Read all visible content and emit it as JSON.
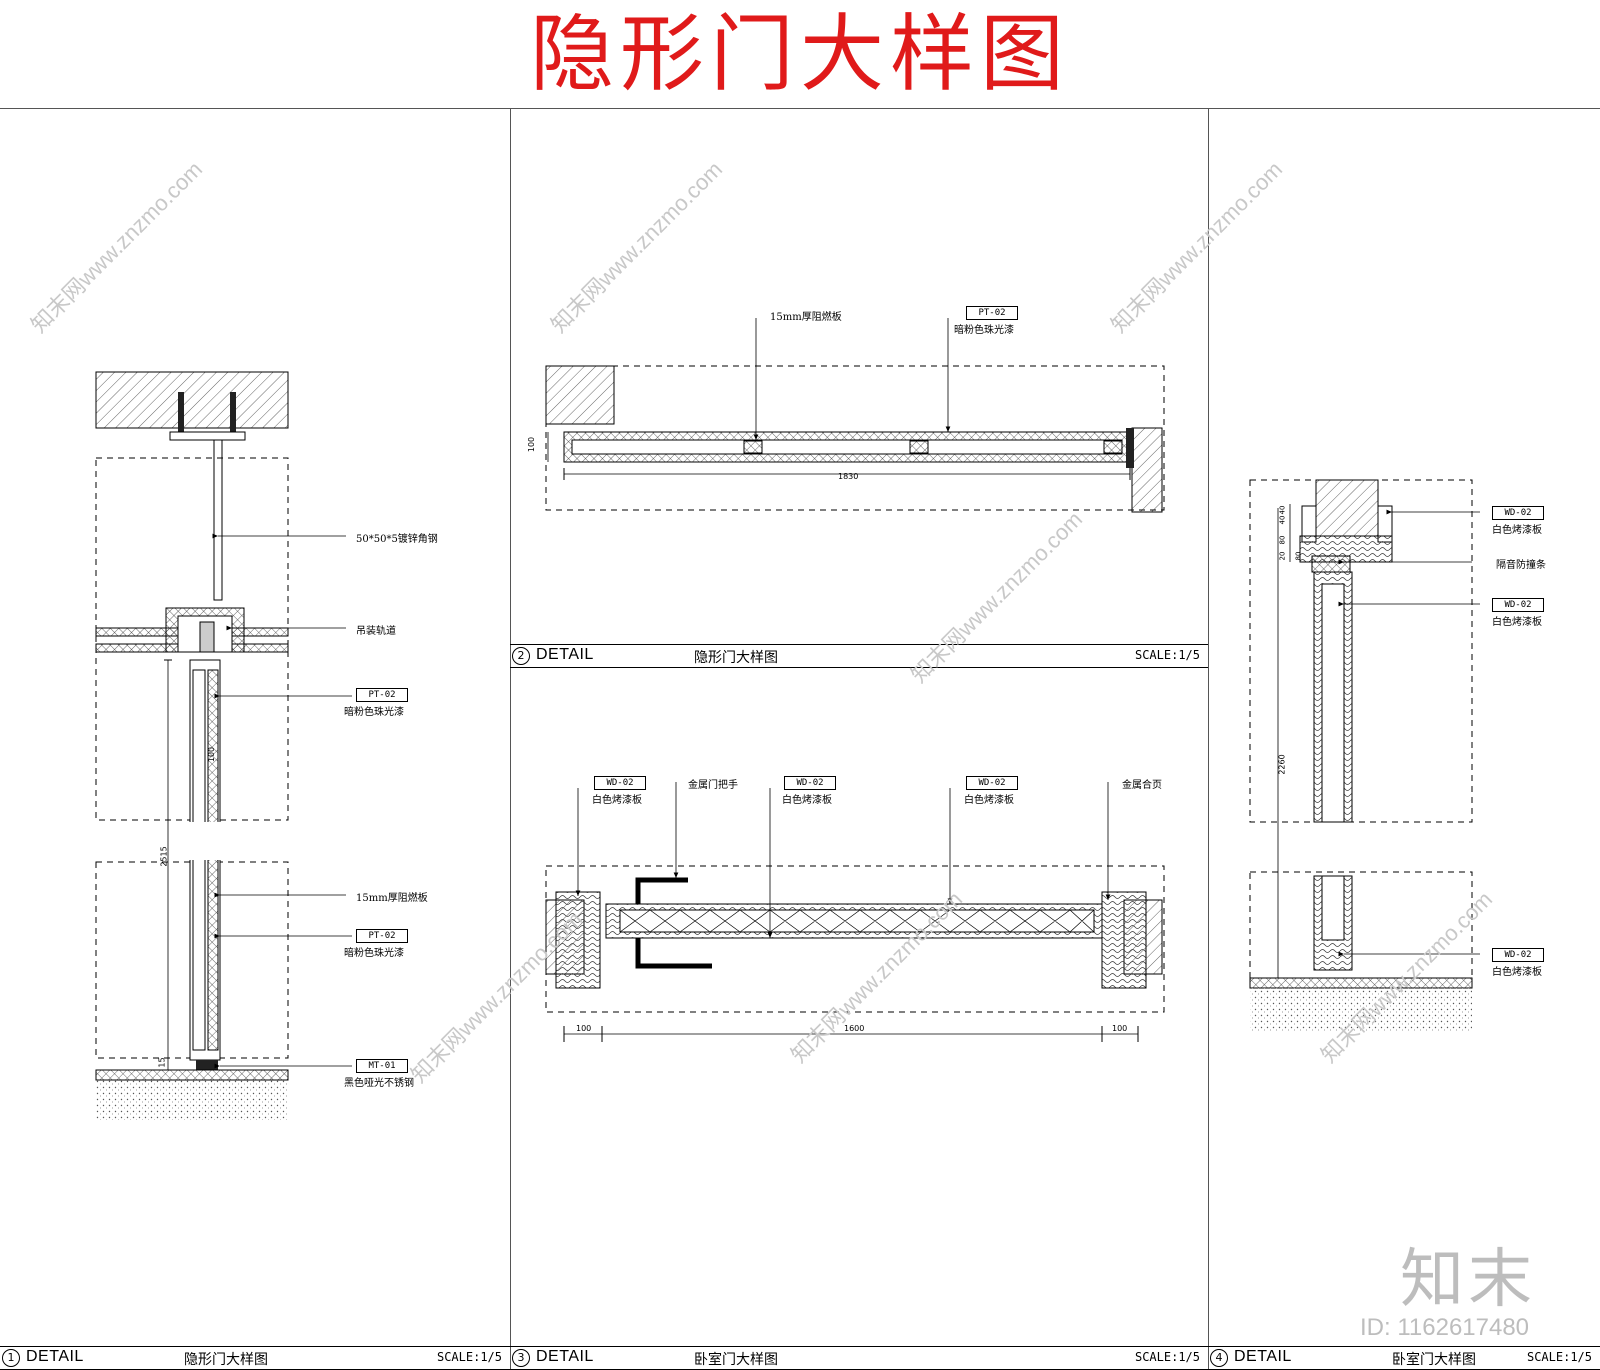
{
  "title": "隐形门大样图",
  "colors": {
    "title": "#e01a1a",
    "line": "#000000",
    "watermark": "#c8c8c8",
    "hatch": "#888888"
  },
  "panels": [
    {
      "num": "1",
      "detail": "DETAIL",
      "name": "隐形门大样图",
      "scale": "SCALE:1/5"
    },
    {
      "num": "2",
      "detail": "DETAIL",
      "name": "隐形门大样图",
      "scale": "SCALE:1/5"
    },
    {
      "num": "3",
      "detail": "DETAIL",
      "name": "卧室门大样图",
      "scale": "SCALE:1/5"
    },
    {
      "num": "4",
      "detail": "DETAIL",
      "name": "卧室门大样图",
      "scale": "SCALE:1/5"
    }
  ],
  "d1": {
    "steel": "50*50*5镀锌角钢",
    "track": "吊装轨道",
    "pt1_tag": "PT-02",
    "pt1_txt": "暗粉色珠光漆",
    "board": "15mm厚阻燃板",
    "pt2_tag": "PT-02",
    "pt2_txt": "暗粉色珠光漆",
    "mt_tag": "MT-01",
    "mt_txt": "黑色哑光不锈钢",
    "dim_total": "2515",
    "dim_mid": "100",
    "dim_bottom": "15"
  },
  "d2": {
    "board": "15mm厚阻燃板",
    "pt_tag": "PT-02",
    "pt_txt": "暗粉色珠光漆",
    "dim_h": "100",
    "dim_w": "1830"
  },
  "d3": {
    "wd1_tag": "WD-02",
    "wd1_txt": "白色烤漆板",
    "handle": "金属门把手",
    "wd2_tag": "WD-02",
    "wd2_txt": "白色烤漆板",
    "wd3_tag": "WD-02",
    "wd3_txt": "白色烤漆板",
    "hinge": "金属合页",
    "dim_l": "100",
    "dim_c": "1600",
    "dim_r": "100"
  },
  "d4": {
    "wd1_tag": "WD-02",
    "wd1_txt": "白色烤漆板",
    "seal": "隔音防撞条",
    "wd2_tag": "WD-02",
    "wd2_txt": "白色烤漆板",
    "wd3_tag": "WD-02",
    "wd3_txt": "白色烤漆板",
    "dim_h": "2260",
    "dim_a": "40",
    "dim_b": "40",
    "dim_c": "80",
    "dim_d": "20",
    "dim_e": "80"
  },
  "watermarks": {
    "site": "知末网www.znzmo.com",
    "brand": "知末",
    "id": "ID: 1162617480"
  }
}
